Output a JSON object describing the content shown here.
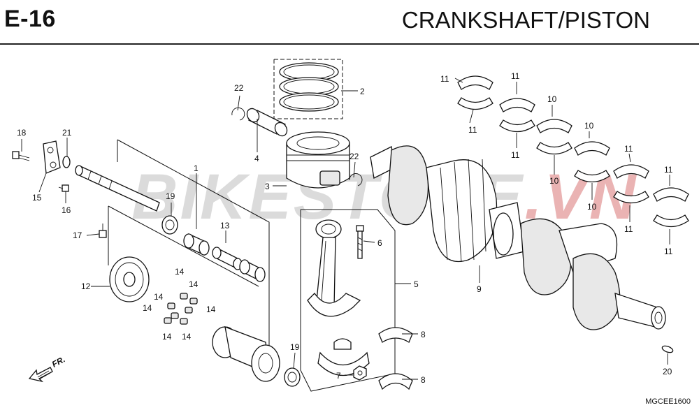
{
  "header": {
    "code": "E-16",
    "title": "CRANKSHAFT/PISTON"
  },
  "watermark": {
    "text_a": "BIKESTORE",
    "text_b": ".VN"
  },
  "direction_label": "FR.",
  "catalog_code": "MGCEE1600",
  "callouts": {
    "c1": "1",
    "c2": "2",
    "c3": "3",
    "c4": "4",
    "c5": "5",
    "c6": "6",
    "c7": "7",
    "c8a": "8",
    "c8b": "8",
    "c9": "9",
    "c10a": "10",
    "c10b": "10",
    "c10c": "10",
    "c10d": "10",
    "c11a": "11",
    "c11b": "11",
    "c11c": "11",
    "c11d": "11",
    "c11e": "11",
    "c11f": "11",
    "c11g": "11",
    "c11h": "11",
    "c12": "12",
    "c13": "13",
    "c14a": "14",
    "c14b": "14",
    "c14c": "14",
    "c14d": "14",
    "c14e": "14",
    "c14f": "14",
    "c14g": "14",
    "c15": "15",
    "c16": "16",
    "c17": "17",
    "c18": "18",
    "c19a": "19",
    "c19b": "19",
    "c20": "20",
    "c21": "21",
    "c22a": "22",
    "c22b": "22"
  }
}
